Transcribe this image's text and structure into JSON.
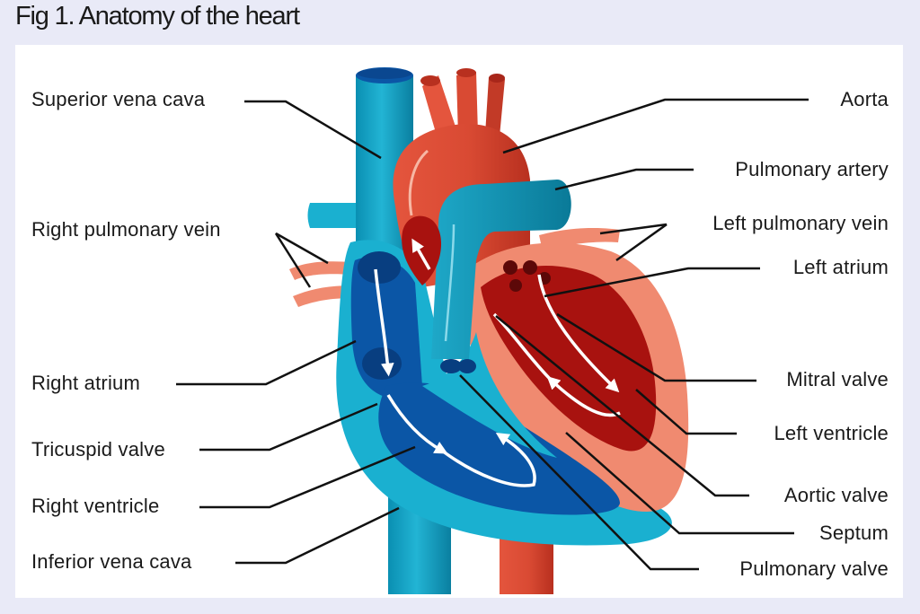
{
  "figure": {
    "title": "Fig 1. Anatomy of the heart"
  },
  "labels": {
    "superior_vena_cava": "Superior vena cava",
    "right_pulmonary_vein": "Right pulmonary vein",
    "right_atrium": "Right atrium",
    "tricuspid_valve": "Tricuspid valve",
    "right_ventricle": "Right ventricle",
    "inferior_vena_cava": "Inferior vena cava",
    "aorta": "Aorta",
    "pulmonary_artery": "Pulmonary artery",
    "left_pulmonary_vein": "Left pulmonary vein",
    "left_atrium": "Left atrium",
    "mitral_valve": "Mitral valve",
    "left_ventricle": "Left ventricle",
    "aortic_valve": "Aortic valve",
    "septum": "Septum",
    "pulmonary_valve": "Pulmonary valve"
  },
  "colors": {
    "background": "#e9eaf7",
    "panel": "#ffffff",
    "deoxygenated_outer": "#1ab0d0",
    "deoxygenated_dark": "#0a7fa0",
    "deoxygenated_inner": "#0b56a6",
    "oxygenated": "#e4553d",
    "oxygenated_light": "#f08a70",
    "oxygenated_inner": "#a8120f",
    "leader_line": "#111111",
    "flow_arrow": "#ffffff"
  }
}
